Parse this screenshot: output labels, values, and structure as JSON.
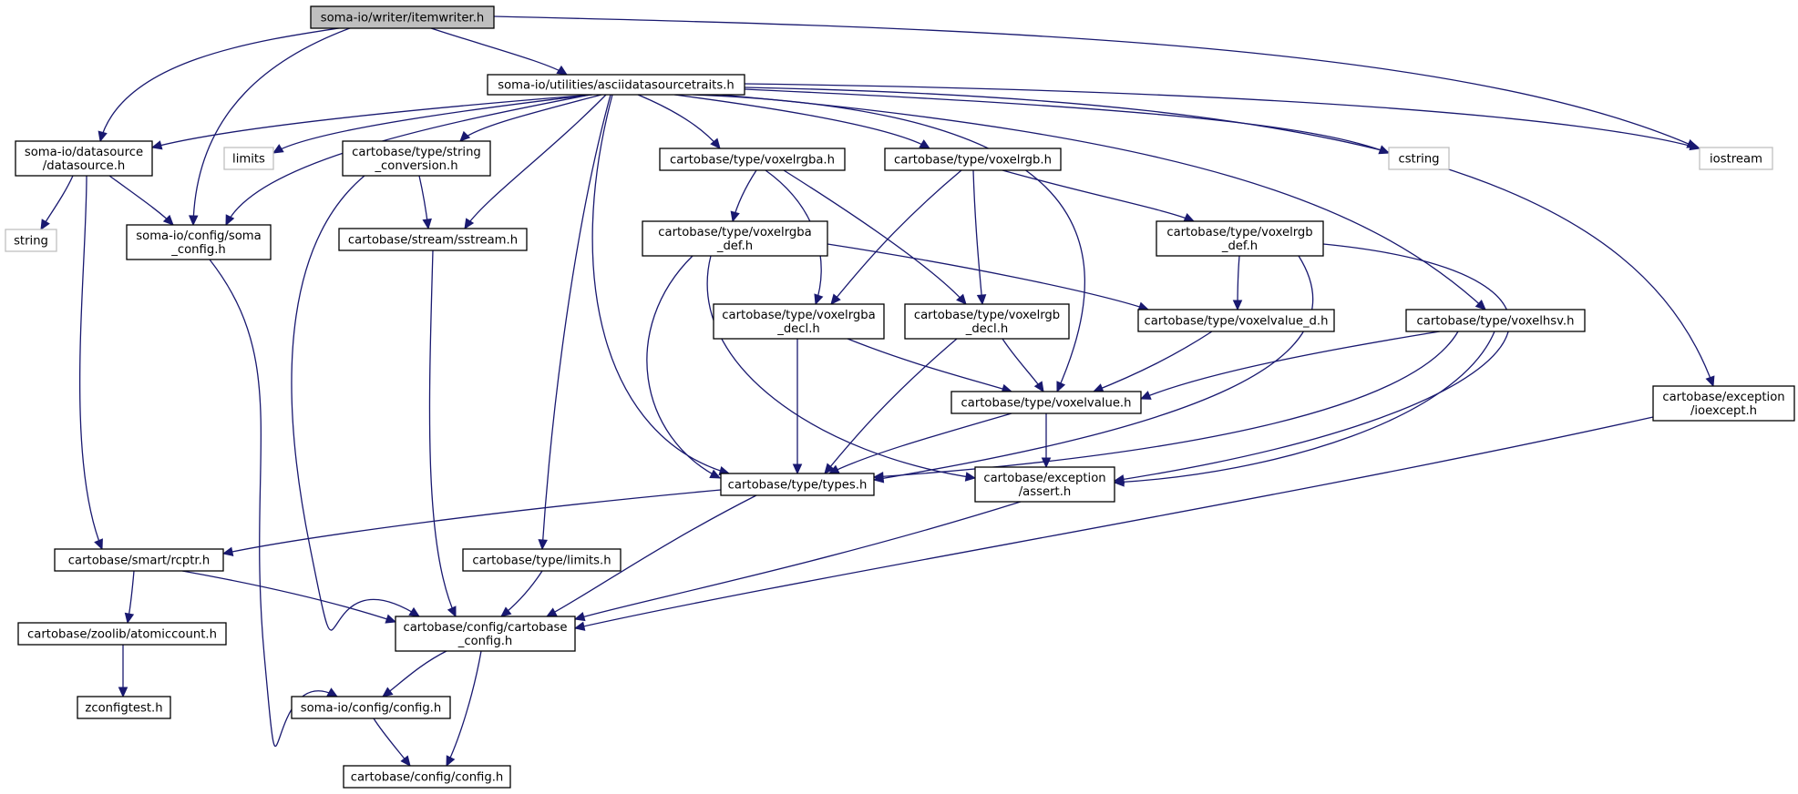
{
  "graph": {
    "edge_color": "#191970",
    "root_fill": "#bfbfbf",
    "external_border": "#bfbfbf",
    "nodes": [
      {
        "id": "itemwriter",
        "lines": [
          "soma-io/writer/itemwriter.h"
        ],
        "style": "root"
      },
      {
        "id": "asciitraits",
        "lines": [
          "soma-io/utilities/asciidatasourcetraits.h"
        ],
        "style": "normal"
      },
      {
        "id": "datasource",
        "lines": [
          "soma-io/datasource",
          "/datasource.h"
        ],
        "style": "normal"
      },
      {
        "id": "limits",
        "lines": [
          "limits"
        ],
        "style": "external"
      },
      {
        "id": "strconv",
        "lines": [
          "cartobase/type/string",
          "_conversion.h"
        ],
        "style": "normal"
      },
      {
        "id": "voxelrgba",
        "lines": [
          "cartobase/type/voxelrgba.h"
        ],
        "style": "normal"
      },
      {
        "id": "voxelrgb",
        "lines": [
          "cartobase/type/voxelrgb.h"
        ],
        "style": "normal"
      },
      {
        "id": "cstring",
        "lines": [
          "cstring"
        ],
        "style": "external"
      },
      {
        "id": "iostream",
        "lines": [
          "iostream"
        ],
        "style": "external"
      },
      {
        "id": "string",
        "lines": [
          "string"
        ],
        "style": "external"
      },
      {
        "id": "somaconfig",
        "lines": [
          "soma-io/config/soma",
          "_config.h"
        ],
        "style": "normal"
      },
      {
        "id": "sstream",
        "lines": [
          "cartobase/stream/sstream.h"
        ],
        "style": "normal"
      },
      {
        "id": "rgbadef",
        "lines": [
          "cartobase/type/voxelrgba",
          "_def.h"
        ],
        "style": "normal"
      },
      {
        "id": "rgbdef",
        "lines": [
          "cartobase/type/voxelrgb",
          "_def.h"
        ],
        "style": "normal"
      },
      {
        "id": "rgbadecl",
        "lines": [
          "cartobase/type/voxelrgba",
          "_decl.h"
        ],
        "style": "normal"
      },
      {
        "id": "rgbdecl",
        "lines": [
          "cartobase/type/voxelrgb",
          "_decl.h"
        ],
        "style": "normal"
      },
      {
        "id": "valued",
        "lines": [
          "cartobase/type/voxelvalue_d.h"
        ],
        "style": "normal"
      },
      {
        "id": "voxelhsv",
        "lines": [
          "cartobase/type/voxelhsv.h"
        ],
        "style": "normal"
      },
      {
        "id": "voxelvalue",
        "lines": [
          "cartobase/type/voxelvalue.h"
        ],
        "style": "normal"
      },
      {
        "id": "ioexcept",
        "lines": [
          "cartobase/exception",
          "/ioexcept.h"
        ],
        "style": "normal"
      },
      {
        "id": "types",
        "lines": [
          "cartobase/type/types.h"
        ],
        "style": "normal"
      },
      {
        "id": "assert",
        "lines": [
          "cartobase/exception",
          "/assert.h"
        ],
        "style": "normal"
      },
      {
        "id": "rcptr",
        "lines": [
          "cartobase/smart/rcptr.h"
        ],
        "style": "normal"
      },
      {
        "id": "typelimits",
        "lines": [
          "cartobase/type/limits.h"
        ],
        "style": "normal"
      },
      {
        "id": "atomic",
        "lines": [
          "cartobase/zoolib/atomiccount.h"
        ],
        "style": "normal"
      },
      {
        "id": "cbconfig",
        "lines": [
          "cartobase/config/cartobase",
          "_config.h"
        ],
        "style": "normal"
      },
      {
        "id": "zconfig",
        "lines": [
          "zconfigtest.h"
        ],
        "style": "normal"
      },
      {
        "id": "somaconf",
        "lines": [
          "soma-io/config/config.h"
        ],
        "style": "normal"
      },
      {
        "id": "cbconf",
        "lines": [
          "cartobase/config/config.h"
        ],
        "style": "normal"
      }
    ]
  }
}
